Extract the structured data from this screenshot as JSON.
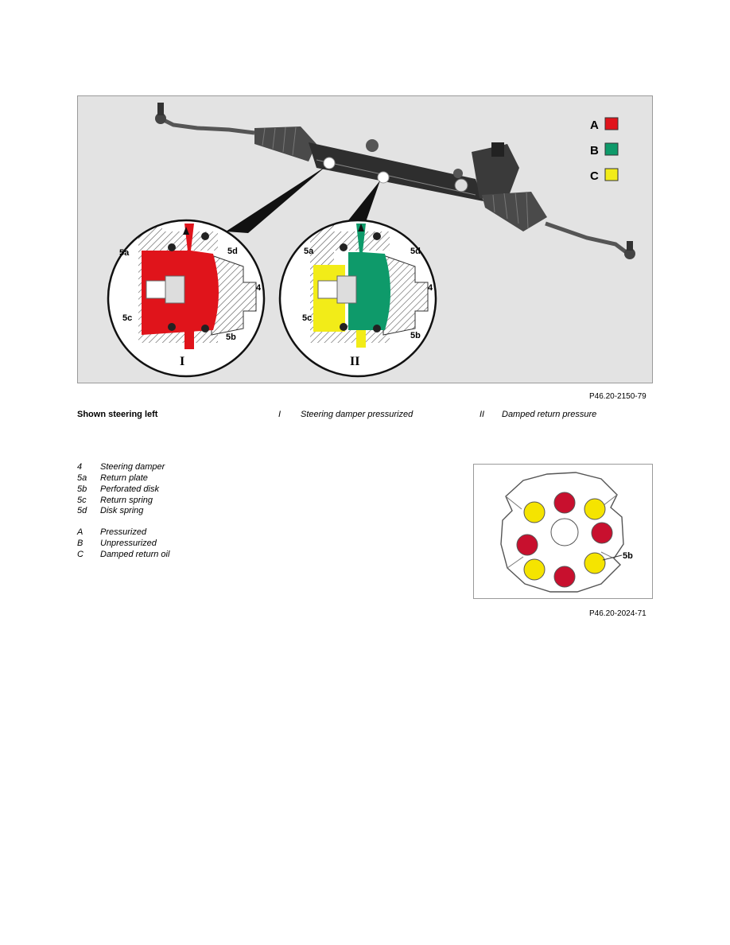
{
  "figure_main": {
    "legend_keys": [
      {
        "letter": "A",
        "color": "#e0141b"
      },
      {
        "letter": "B",
        "color": "#0e9a6a"
      },
      {
        "letter": "C",
        "color": "#f2ec18"
      }
    ],
    "detail_labels": {
      "l5a": "5a",
      "l5d": "5d",
      "l4": "4",
      "l5c": "5c",
      "l5b": "5b"
    },
    "view_I": "I",
    "view_II": "II",
    "ref": "P46.20-2150-79"
  },
  "caption": {
    "title": "Shown steering left",
    "item1_key": "I",
    "item1_text": "Steering damper pressurized",
    "item2_key": "II",
    "item2_text": "Damped return pressure"
  },
  "legend": [
    {
      "key": "4",
      "text": "Steering damper"
    },
    {
      "key": "5a",
      "text": "Return plate"
    },
    {
      "key": "5b",
      "text": "Perforated disk"
    },
    {
      "key": "5c",
      "text": "Return spring"
    },
    {
      "key": "5d",
      "text": "Disk spring"
    }
  ],
  "legend_states": [
    {
      "key": "A",
      "text": "Pressurized"
    },
    {
      "key": "B",
      "text": "Unpressurized"
    },
    {
      "key": "C",
      "text": "Damped return oil"
    }
  ],
  "figure_small": {
    "label": "5b",
    "ref": "P46.20-2024-71"
  },
  "colors": {
    "pressurized": "#e0141b",
    "unpressurized": "#0e9a6a",
    "damped": "#f2ec18",
    "hole_red": "#c8102e",
    "hole_yellow": "#f5e400"
  }
}
